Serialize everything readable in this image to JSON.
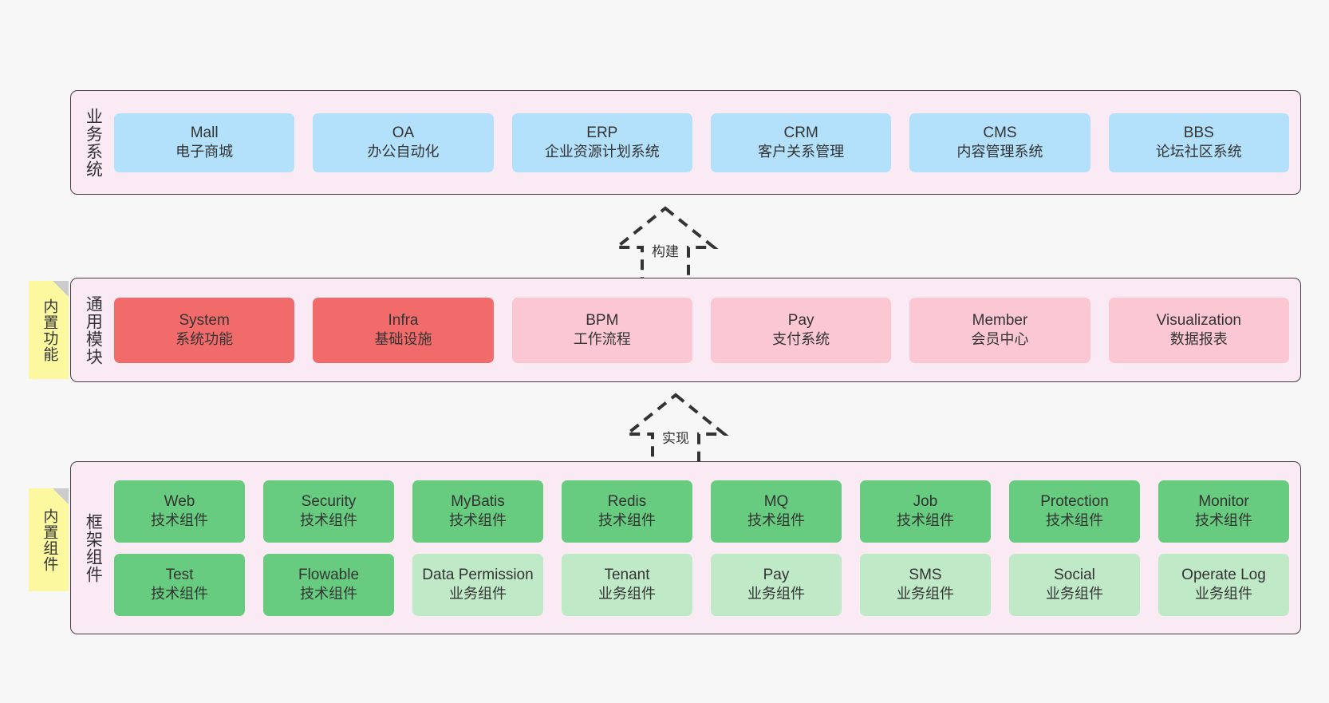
{
  "background_color": "#f7f7f7",
  "panel_color": "#f9eaf4",
  "note_color": "#fbf8a0",
  "colors": {
    "blue": "#b3e0fb",
    "red": "#f26b6b",
    "pink": "#fbc7d3",
    "green": "#67cc7f",
    "green_light": "#c0e9c8",
    "border": "#4a3b42"
  },
  "layers": {
    "business": {
      "title": "业务系统",
      "cards": [
        {
          "en": "Mall",
          "cn": "电子商城",
          "style": "blue"
        },
        {
          "en": "OA",
          "cn": "办公自动化",
          "style": "blue"
        },
        {
          "en": "ERP",
          "cn": "企业资源计划系统",
          "style": "blue"
        },
        {
          "en": "CRM",
          "cn": "客户关系管理",
          "style": "blue"
        },
        {
          "en": "CMS",
          "cn": "内容管理系统",
          "style": "blue"
        },
        {
          "en": "BBS",
          "cn": "论坛社区系统",
          "style": "blue"
        }
      ]
    },
    "common": {
      "title": "通用模块",
      "note": "内置功能",
      "cards": [
        {
          "en": "System",
          "cn": "系统功能",
          "style": "red"
        },
        {
          "en": "Infra",
          "cn": "基础设施",
          "style": "red"
        },
        {
          "en": "BPM",
          "cn": "工作流程",
          "style": "pink"
        },
        {
          "en": "Pay",
          "cn": "支付系统",
          "style": "pink"
        },
        {
          "en": "Member",
          "cn": "会员中心",
          "style": "pink"
        },
        {
          "en": "Visualization",
          "cn": "数据报表",
          "style": "pink"
        }
      ]
    },
    "framework": {
      "title": "框架组件",
      "note": "内置组件",
      "row1": [
        {
          "en": "Web",
          "cn": "技术组件",
          "style": "green"
        },
        {
          "en": "Security",
          "cn": "技术组件",
          "style": "green"
        },
        {
          "en": "MyBatis",
          "cn": "技术组件",
          "style": "green"
        },
        {
          "en": "Redis",
          "cn": "技术组件",
          "style": "green"
        },
        {
          "en": "MQ",
          "cn": "技术组件",
          "style": "green"
        },
        {
          "en": "Job",
          "cn": "技术组件",
          "style": "green"
        },
        {
          "en": "Protection",
          "cn": "技术组件",
          "style": "green"
        },
        {
          "en": "Monitor",
          "cn": "技术组件",
          "style": "green"
        }
      ],
      "row2": [
        {
          "en": "Test",
          "cn": "技术组件",
          "style": "green"
        },
        {
          "en": "Flowable",
          "cn": "技术组件",
          "style": "green"
        },
        {
          "en": "Data Permission",
          "cn": "业务组件",
          "style": "green-light"
        },
        {
          "en": "Tenant",
          "cn": "业务组件",
          "style": "green-light"
        },
        {
          "en": "Pay",
          "cn": "业务组件",
          "style": "green-light"
        },
        {
          "en": "SMS",
          "cn": "业务组件",
          "style": "green-light"
        },
        {
          "en": "Social",
          "cn": "业务组件",
          "style": "green-light"
        },
        {
          "en": "Operate Log",
          "cn": "业务组件",
          "style": "green-light"
        }
      ]
    }
  },
  "arrows": [
    {
      "name": "build",
      "label": "构建"
    },
    {
      "name": "realize",
      "label": "实现"
    }
  ]
}
